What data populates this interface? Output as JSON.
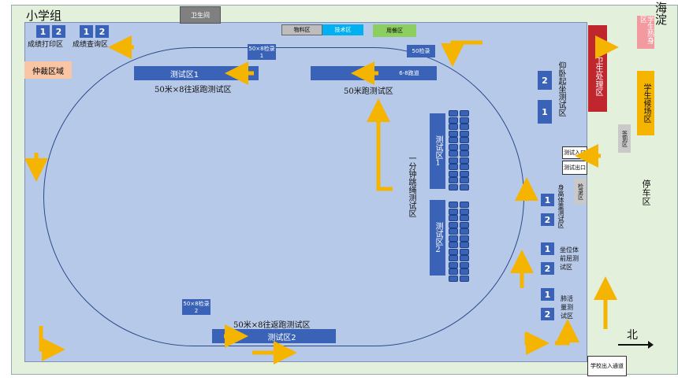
{
  "title": "小学组",
  "district": "海淀",
  "north": "北",
  "top_bar": {
    "restroom": "卫生间"
  },
  "zones": {
    "supplies": "物料区",
    "tech": "技术区",
    "dining": "用餐区",
    "medical": "医疗卫生处理区",
    "student_hangout": "学生热身区",
    "student_waiting": "学生候场区",
    "signin": "签到区",
    "parking": "停车区",
    "arbitration": "仲裁区域",
    "school_entrance": "学校出入通道"
  },
  "score": {
    "print_label": "成绩打印区",
    "query_label": "成绩查询区",
    "print_numbers": [
      "1",
      "2"
    ],
    "query_numbers": [
      "1",
      "2"
    ]
  },
  "tests": {
    "run50x8_top_check": "50×8检录1",
    "run50_check": "50检录",
    "test_area_1": "测试区1",
    "test_area_2": "测试区2",
    "run50x8_label": "50米×8往返跑测试区",
    "run50_bar": "6-8跑道",
    "run50_label": "50米跑测试区",
    "rope_label": "一分钟跳绳测试区",
    "rope_area_1": "测试区1",
    "rope_area_2": "测试区2",
    "situp_label": "仰卧起坐测试区",
    "situp_numbers": [
      "2",
      "1"
    ],
    "test_entry": "测试入口",
    "test_exit": "测试出口",
    "check_area": "检录区",
    "height_weight_label": "身高体重测试区",
    "height_numbers": [
      "1",
      "2"
    ],
    "sit_reach_label": "坐位体前屈测试区",
    "sit_numbers": [
      "1",
      "2"
    ],
    "vital_label": "肺活量测试区",
    "vital_numbers": [
      "1",
      "2"
    ],
    "run50x8_bottom_check": "50×8检录2",
    "run50x8_bottom_label": "50米×8往返跑测试区"
  },
  "colors": {
    "field": "#b7c9e8",
    "outer": "#e3f0dc",
    "block": "#3a63b7",
    "arrow": "#f5b400",
    "medical": "#c0262e",
    "hangout": "#f29a9f",
    "waiting": "#f5b400",
    "dining": "#8ccf60",
    "tech": "#00b0f0",
    "arbitration": "#f9c5a5"
  }
}
